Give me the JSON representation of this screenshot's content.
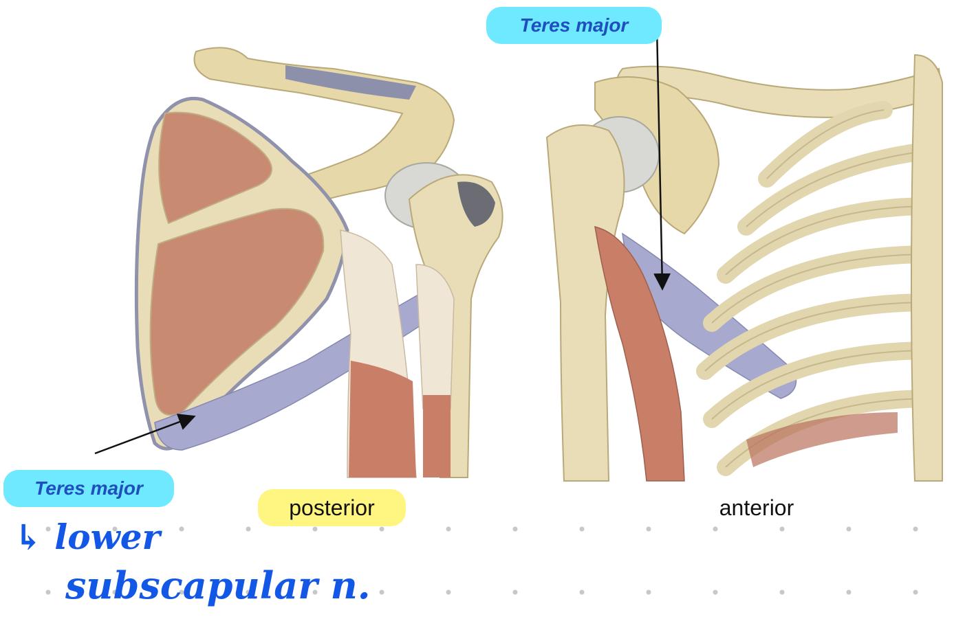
{
  "labels": {
    "teres_major_top": "Teres major",
    "teres_major_bottom": "Teres major",
    "posterior": "posterior",
    "anterior": "anterior"
  },
  "handwriting": {
    "line1": "↳ lower",
    "line2": "subscapular n."
  },
  "colors": {
    "highlight_cyan": "#6ee9ff",
    "highlight_yellow": "#fff581",
    "label_blue": "#1f4fbf",
    "ink_blue": "#1257e6",
    "bone": "#e9ddb8",
    "muscle": "#c97e68",
    "teres_muscle": "#a7a9cf",
    "cartilage": "#d8d8d4"
  },
  "icons": {
    "arrow": "arrow-icon"
  }
}
